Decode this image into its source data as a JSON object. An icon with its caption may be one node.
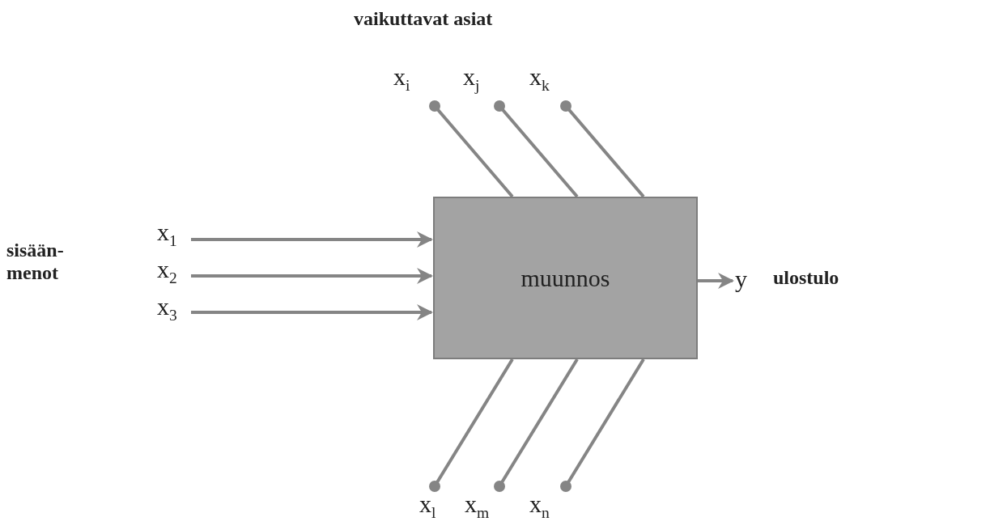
{
  "diagram": {
    "nodes": [
      {
        "text": [
          "x$_{1}$"
        ]
      },
      {
        "text": [
          "x$_{2}$"
        ]
      },
      {
        "text": [
          "x$_{3}$"
        ]
      },
      {
        "text": [
          "muunnos"
        ]
      },
      {
        "text": [
          "y"
        ]
      },
      {
        "text": [
          "x$_{i}$"
        ]
      },
      {
        "text": [
          "x$_{j}$"
        ]
      },
      {
        "text": [
          "x$_{k}$"
        ]
      },
      {
        "text": [
          "x$_{l}$"
        ]
      },
      {
        "text": [
          "x$_{m}$"
        ]
      },
      {
        "text": [
          "x$_{n}$"
        ]
      }
    ],
    "edges": [
      {
        "from": 0,
        "to": 3,
        "arrow": "to"
      },
      {
        "from": 1,
        "to": 3,
        "arrow": "to"
      },
      {
        "from": 2,
        "to": 3,
        "arrow": "to"
      },
      {
        "from": 3,
        "to": 4,
        "arrow": "to"
      },
      {
        "from": 5,
        "to": 3,
        "arrow": "other"
      },
      {
        "from": 6,
        "to": 3,
        "arrow": "other"
      },
      {
        "from": 7,
        "to": 3,
        "arrow": "other"
      },
      {
        "from": 8,
        "to": 3,
        "arrow": "other"
      },
      {
        "from": 9,
        "to": 3,
        "arrow": "other"
      },
      {
        "from": 10,
        "to": 3,
        "arrow": "other"
      }
    ],
    "labels": [
      "vaikuttavat asiat",
      "sisään-menot",
      "ulostulo"
    ]
  }
}
